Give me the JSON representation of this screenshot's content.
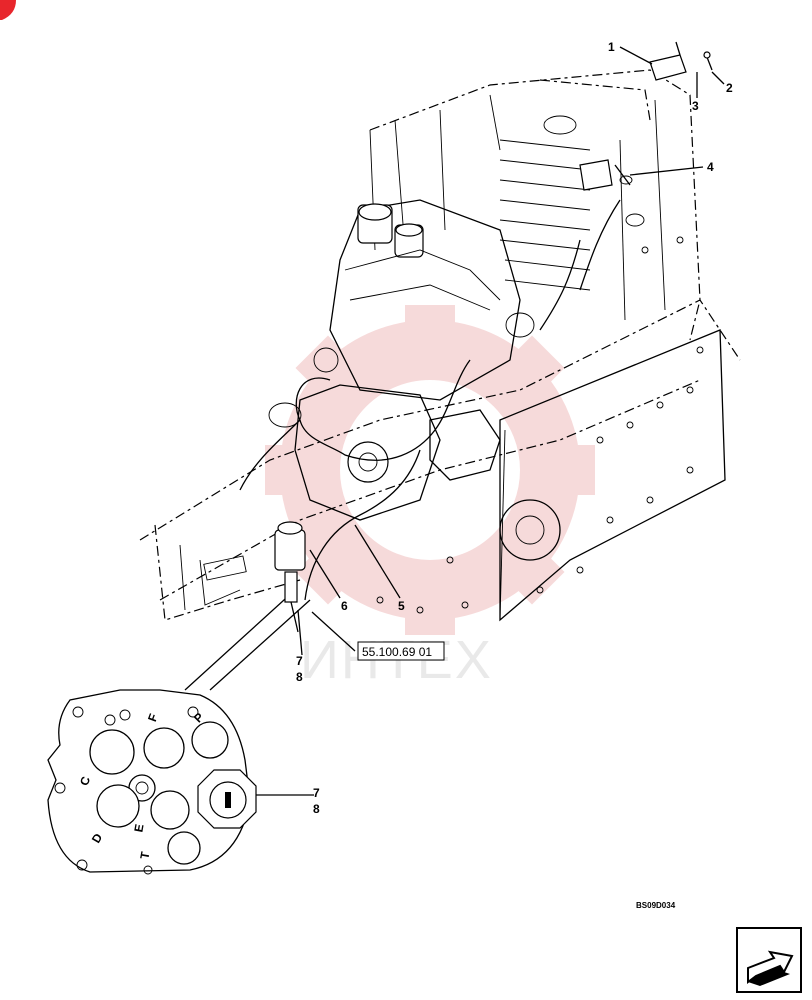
{
  "callouts": {
    "c1": "1",
    "c2": "2",
    "c3": "3",
    "c4": "4",
    "c5": "5",
    "c6": "6",
    "c7": "7",
    "c8": "8",
    "c7b": "7",
    "c8b": "8"
  },
  "reference_box": "55.100.69 01",
  "drawing_code": "BS09D034",
  "watermark": "ИНТЕХ",
  "connector_pins": {
    "c": "C",
    "d": "D",
    "e": "E",
    "f": "F",
    "p": "P",
    "t": "T"
  },
  "colors": {
    "accent_red": "#e8262c",
    "watermark_red": "#f6d6d6",
    "line": "#000000"
  },
  "icons": {
    "nav": "return-arrow-icon",
    "corner": "corner-badge-icon"
  }
}
